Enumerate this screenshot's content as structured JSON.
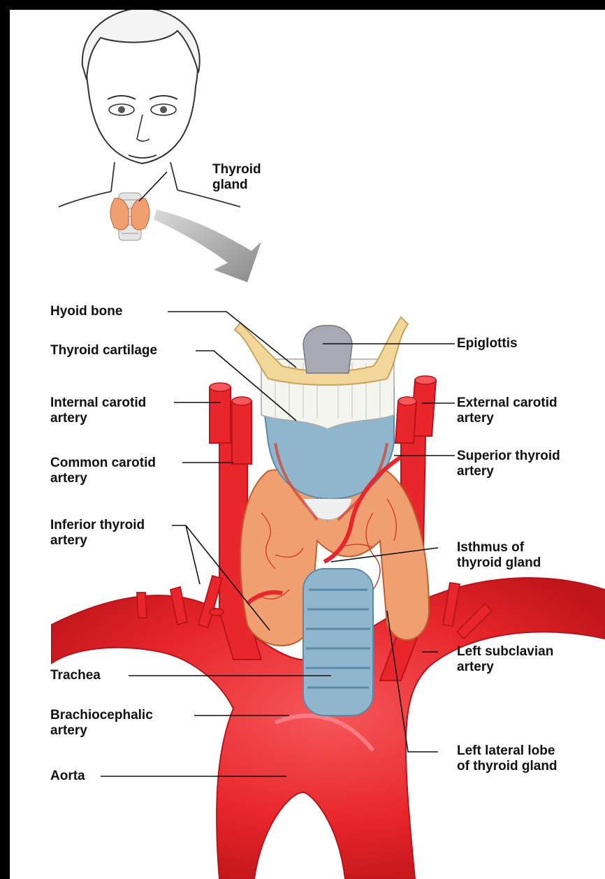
{
  "labels": {
    "thyroid_gland_inset": "Thyroid\ngland",
    "hyoid_bone": "Hyoid bone",
    "thyroid_cartilage": "Thyroid cartilage",
    "internal_carotid": "Internal carotid\nartery",
    "common_carotid": "Common carotid\nartery",
    "inferior_thyroid": "Inferior thyroid\nartery",
    "trachea": "Trachea",
    "brachiocephalic": "Brachiocephalic\nartery",
    "aorta": "Aorta",
    "epiglottis": "Epiglottis",
    "external_carotid": "External carotid\nartery",
    "superior_thyroid": "Superior thyroid\nartery",
    "isthmus": "Isthmus of\nthyroid gland",
    "left_subclavian": "Left subclavian\nartery",
    "left_lateral_lobe": "Left lateral lobe\nof thyroid gland"
  },
  "colors": {
    "artery": "#e8262b",
    "artery_dark": "#b8141b",
    "cartilage": "#8fb6cc",
    "thyroid": "#f0a070",
    "hyoid": "#f2d79b",
    "epiglottis": "#a9a9b5",
    "arrow": "#9a9a9a"
  }
}
